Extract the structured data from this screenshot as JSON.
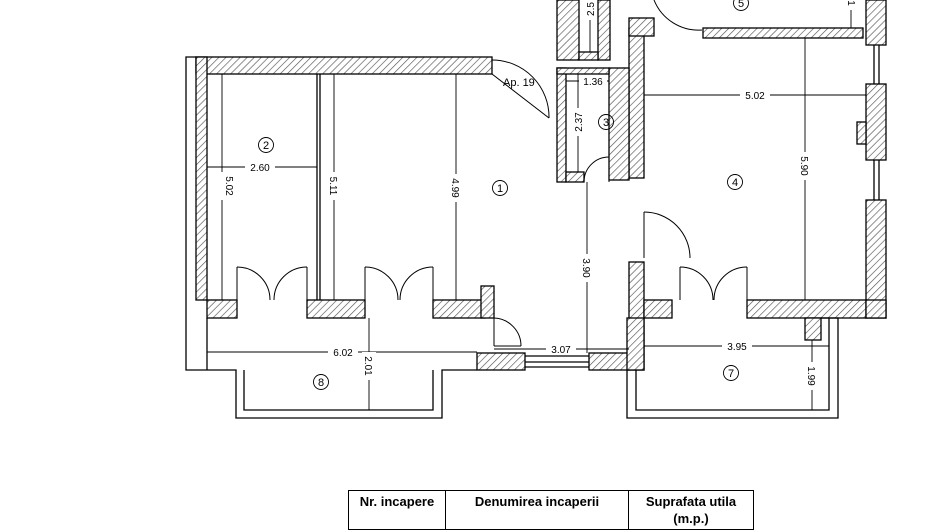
{
  "apartment_label": "Ap. 19",
  "rooms": [
    {
      "num": "1"
    },
    {
      "num": "2"
    },
    {
      "num": "3"
    },
    {
      "num": "4"
    },
    {
      "num": "5"
    },
    {
      "num": "7"
    },
    {
      "num": "8"
    }
  ],
  "dimensions": {
    "d_260": "2.60",
    "d_502_left": "5.02",
    "d_511": "5.11",
    "d_499": "4.99",
    "d_136": "1.36",
    "d_237": "2.37",
    "d_25": "2.5",
    "d_502_top": "5.02",
    "d_590": "5.90",
    "d_390": "3.90",
    "d_602": "6.02",
    "d_201": "2.01",
    "d_307": "3.07",
    "d_395": "3.95",
    "d_199": "1.99",
    "d_1": "1"
  },
  "legend": {
    "col1": "Nr. incapere",
    "col2": "Denumirea incaperii",
    "col3": "Suprafata utila (m.p.)"
  }
}
